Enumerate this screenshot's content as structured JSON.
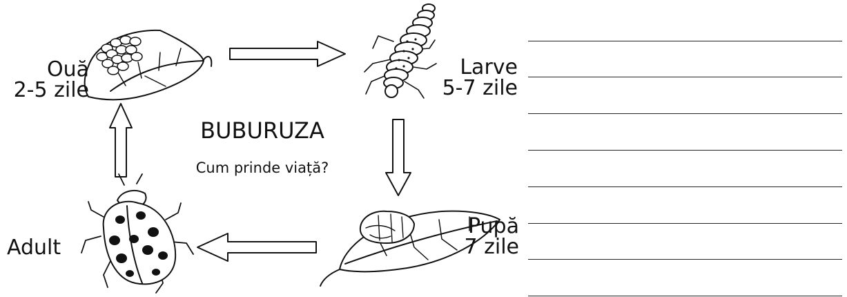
{
  "title": "BUBURUZA",
  "subtitle": "Cum prinde viață?",
  "stages": {
    "eggs": {
      "name": "Ouă",
      "duration": "2-5 zile"
    },
    "larva": {
      "name": "Larve",
      "duration": "5-7 zile"
    },
    "pupa": {
      "name": "Pupă",
      "duration": "7 zile"
    },
    "adult": {
      "name": "Adult"
    }
  },
  "writing_lines_count": 8
}
